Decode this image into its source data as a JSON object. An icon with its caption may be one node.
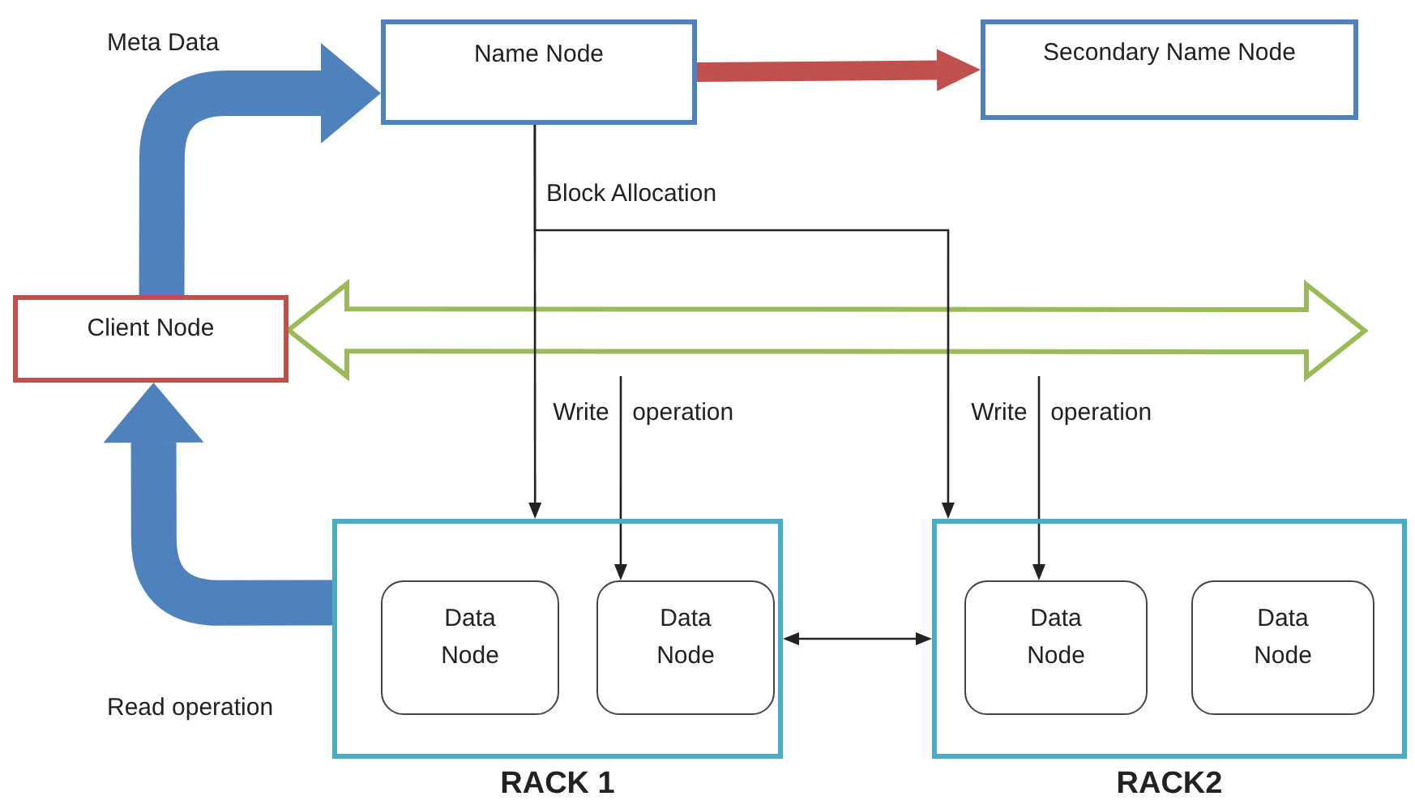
{
  "diagram": {
    "nodes": [
      {
        "text": [
          "Name Node"
        ]
      },
      {
        "text": [
          "Secondary Name Node"
        ]
      },
      {
        "text": [
          "Client Node"
        ]
      },
      {
        "text": [],
        "shape": "box",
        "beside": [
          "RACK 1"
        ]
      },
      {
        "text": [
          "Data Node"
        ],
        "in": 3
      },
      {
        "text": [
          "Data Node"
        ],
        "in": 3
      },
      {
        "text": [],
        "shape": "box",
        "beside": [
          "RACK2"
        ]
      },
      {
        "text": [
          "Data Node"
        ],
        "in": 6
      },
      {
        "text": [
          "Data Node"
        ],
        "in": 6
      }
    ],
    "edges": [
      {
        "from": 0,
        "to": 1,
        "arrow": "to",
        "style": "thick",
        "color": "#c0504d"
      },
      {
        "from": 2,
        "to": null,
        "arrow": "both",
        "style": "thick",
        "color": "#9bbb59"
      },
      {
        "from": 2,
        "to": 0,
        "arrow": "to",
        "label": "Meta Data",
        "style": "thick",
        "color": "#4f81bd"
      },
      {
        "from": 0,
        "to": 3,
        "arrow": "to",
        "label": "Block Allocation"
      },
      {
        "from": 0,
        "to": 6,
        "arrow": "to"
      },
      {
        "from": null,
        "to": 5,
        "arrow": "to",
        "label": "Write operation"
      },
      {
        "from": null,
        "to": 7,
        "arrow": "to",
        "label": "Write operation"
      },
      {
        "from": 3,
        "to": 6,
        "arrow": "both"
      },
      {
        "from": 3,
        "to": 2,
        "arrow": "to",
        "label": "Read operation",
        "style": "thick",
        "color": "#4f81bd"
      }
    ]
  }
}
